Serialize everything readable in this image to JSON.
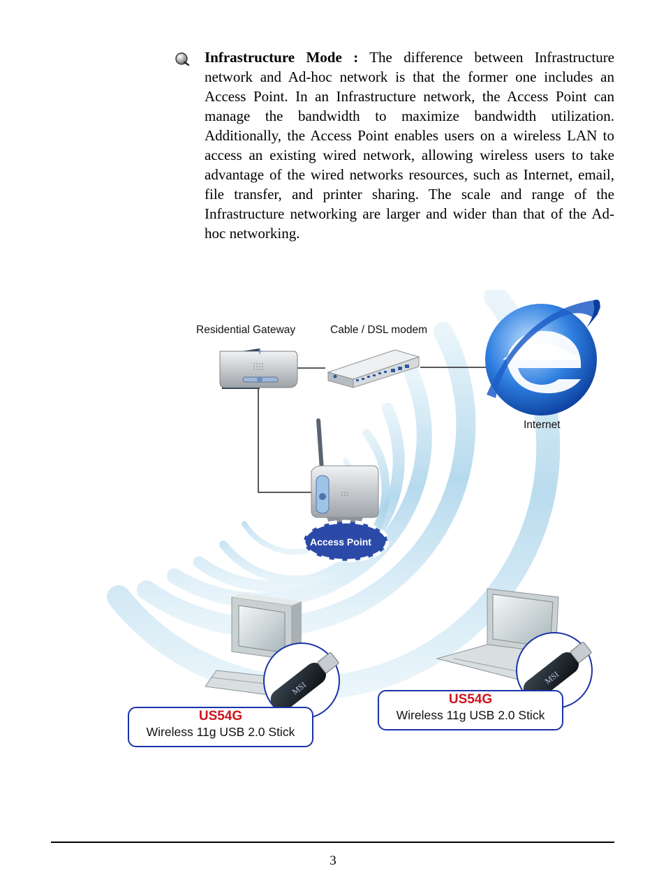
{
  "section": {
    "heading": "Infrastructure Mode :",
    "body": " The difference between Infrastructure network and Ad-hoc network is that the former one includes an Access Point.  In an Infrastructure network, the Access Point can manage the bandwidth to maximize bandwidth utilization. Additionally, the Access Point enables users on a wireless LAN to access an existing wired network, allowing wireless users to take advantage of the wired networks resources, such as Internet, email, file transfer, and printer sharing. The scale and range of the Infrastructure networking are larger and wider than that of the Ad-hoc networking."
  },
  "diagram": {
    "labels": {
      "gateway": "Residential Gateway",
      "modem": "Cable / DSL modem",
      "internet": "Internet",
      "access_point": "Access Point"
    },
    "device_boxes": [
      {
        "model": "US54G",
        "description": "Wireless 11g USB 2.0 Stick"
      },
      {
        "model": "US54G",
        "description": "Wireless 11g USB 2.0 Stick"
      }
    ],
    "stick_brand": "MSI"
  },
  "footer": {
    "page_number": "3"
  },
  "colors": {
    "model_red": "#d0141b",
    "box_border": "#1a33a8",
    "wave": "#a9d3ea"
  }
}
